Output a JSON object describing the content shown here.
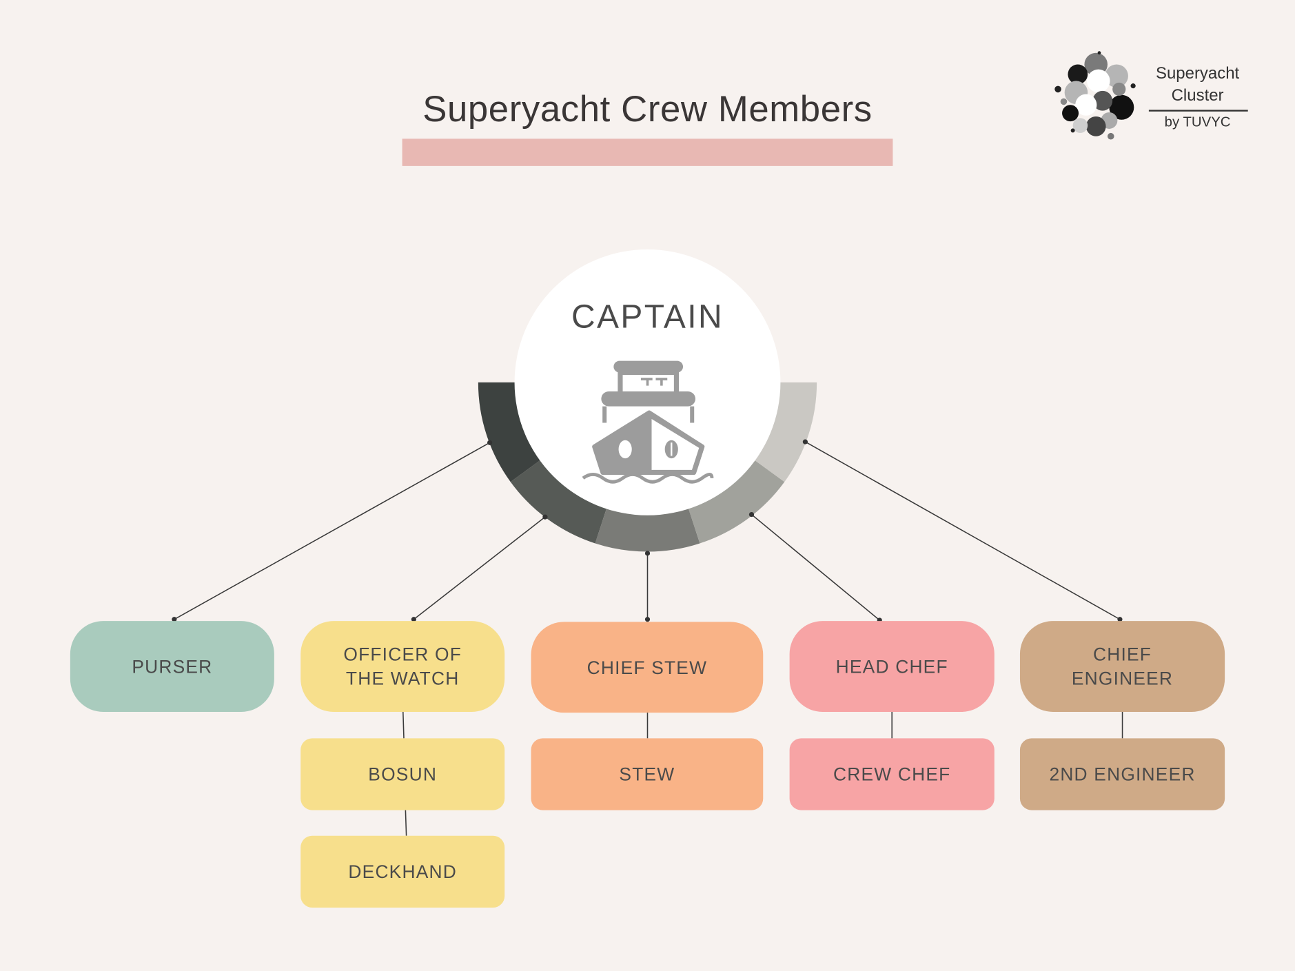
{
  "title": "Superyacht Crew Members",
  "logo": {
    "line1": "Superyacht",
    "line2": "Cluster",
    "sub": "by TUVYC"
  },
  "captain": "CAPTAIN",
  "icons": {
    "ship": "ship-icon",
    "logo": "bubble-cluster-logo-icon"
  },
  "colors": {
    "background": "#f7f2ef",
    "title_bar": "#e8b8b3",
    "purser": "#a9cbbd",
    "watch": "#f7df8c",
    "stew": "#f9b387",
    "chef": "#f7a4a5",
    "engineer": "#cfaa87",
    "ring": [
      "#3d4240",
      "#565a56",
      "#7a7b77",
      "#a1a29c",
      "#cac8c3"
    ]
  },
  "nodes": {
    "purser": "PURSER",
    "officer_line1": "OFFICER OF",
    "officer_line2": "THE WATCH",
    "bosun": "BOSUN",
    "deckhand": "DECKHAND",
    "chief_stew": "CHIEF STEW",
    "stew": "STEW",
    "head_chef": "HEAD CHEF",
    "crew_chef": "CREW CHEF",
    "chief_engineer_line1": "CHIEF",
    "chief_engineer_line2": "ENGINEER",
    "second_engineer": "2ND ENGINEER"
  }
}
